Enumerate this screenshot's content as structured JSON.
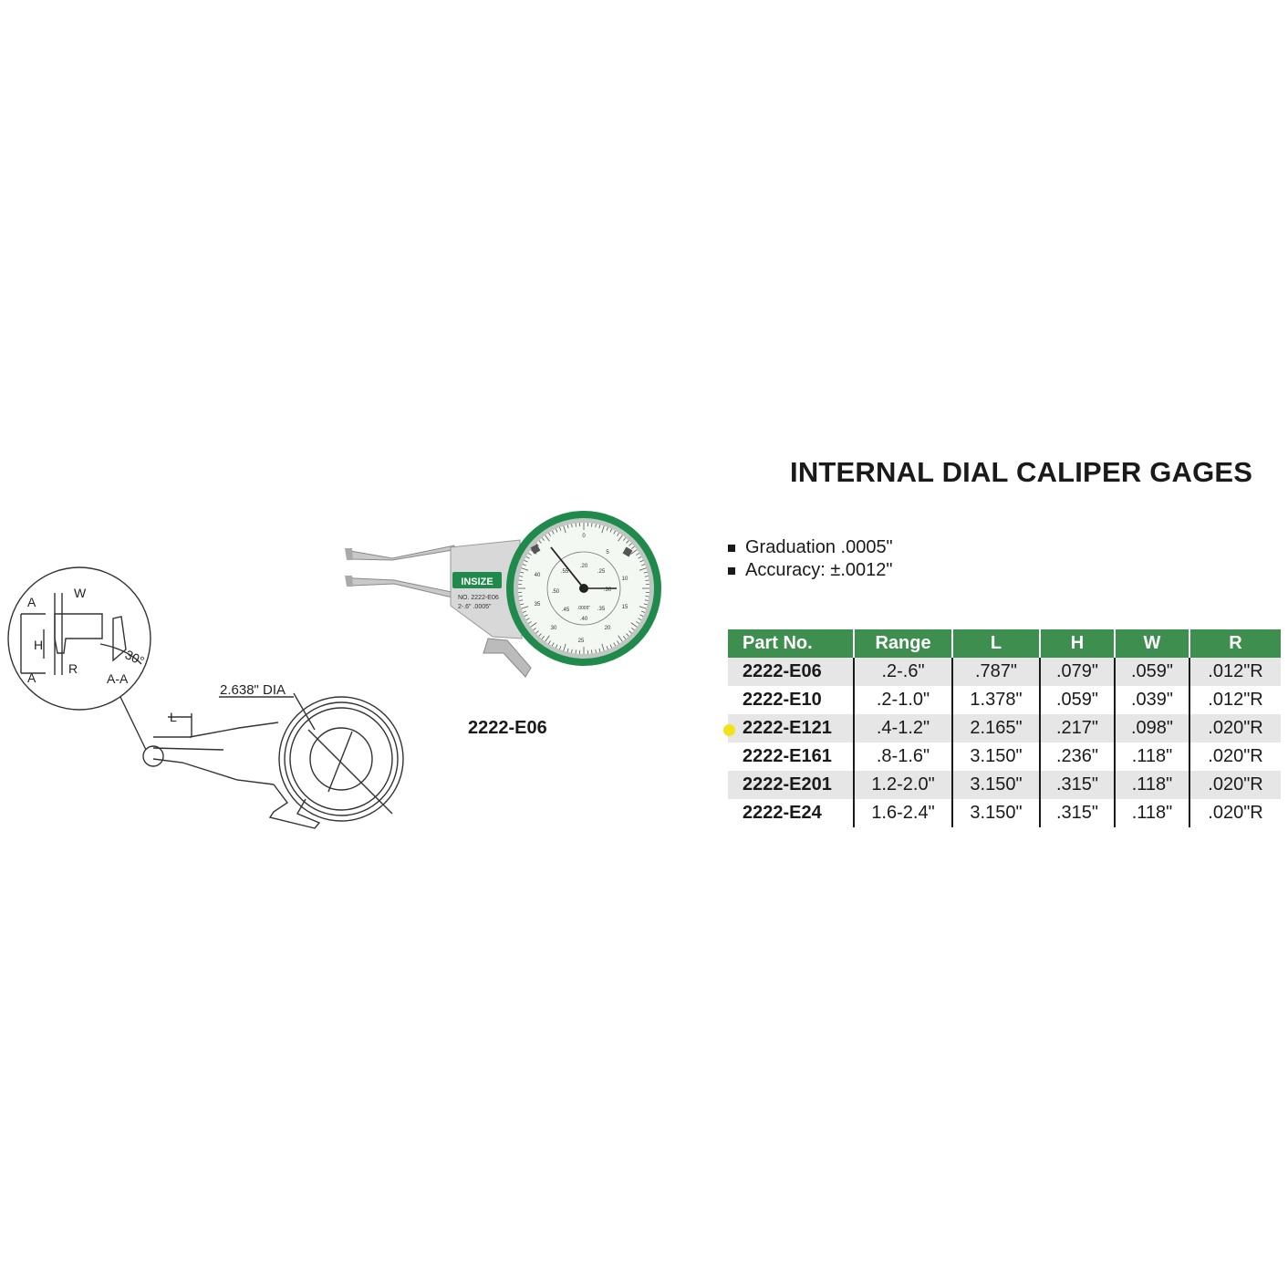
{
  "title": "INTERNAL DIAL CALIPER GAGES",
  "specs": [
    "Graduation .0005\"",
    "Accuracy: ±.0012\""
  ],
  "product_caption": "2222-E06",
  "drawing": {
    "dia_label": "2.638\" DIA",
    "l_label": "L",
    "detail_labels": {
      "a_top": "A",
      "a_bottom": "A",
      "w": "W",
      "h": "H",
      "r": "R",
      "section": "A-A",
      "angle": "30°"
    }
  },
  "photo": {
    "brand": "INSIZE",
    "model_line": "NO. 2222-E06",
    "range_line": "2-.6\"  .0005\"",
    "dial_labels": [
      "0",
      "5",
      "10",
      "15",
      "20",
      "25",
      "30",
      "35",
      "40",
      ".20",
      ".25",
      ".30",
      ".35",
      ".40",
      ".45",
      ".50",
      ".55"
    ],
    "graduation_mark": ".0005\""
  },
  "table": {
    "headers": [
      "Part No.",
      "Range",
      "L",
      "H",
      "W",
      "R"
    ],
    "rows": [
      [
        "2222-E06",
        ".2-.6\"",
        ".787\"",
        ".079\"",
        ".059\"",
        ".012\"R"
      ],
      [
        "2222-E10",
        ".2-1.0\"",
        "1.378\"",
        ".059\"",
        ".039\"",
        ".012\"R"
      ],
      [
        "2222-E121",
        ".4-1.2\"",
        "2.165\"",
        ".217\"",
        ".098\"",
        ".020\"R"
      ],
      [
        "2222-E161",
        ".8-1.6\"",
        "3.150\"",
        ".236\"",
        ".118\"",
        ".020\"R"
      ],
      [
        "2222-E201",
        "1.2-2.0\"",
        "3.150\"",
        ".315\"",
        ".118\"",
        ".020\"R"
      ],
      [
        "2222-E24",
        "1.6-2.4\"",
        "3.150\"",
        ".315\"",
        ".118\"",
        ".020\"R"
      ]
    ]
  },
  "colors": {
    "table_header_bg": "#3e8f4f",
    "dial_bezel": "#1f8a4c",
    "row_shade": "#e6e6e6",
    "marker": "#f2e21b"
  }
}
